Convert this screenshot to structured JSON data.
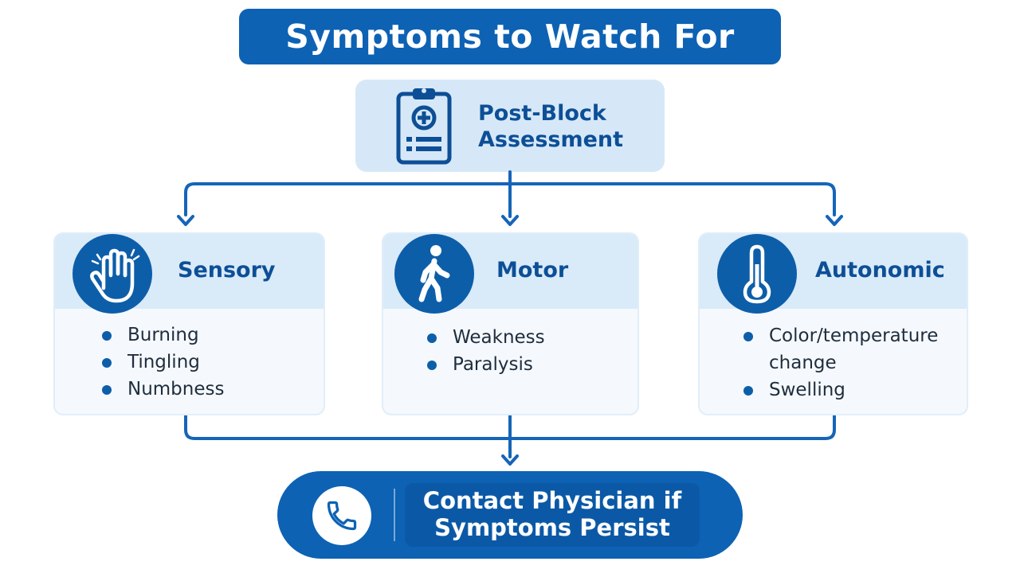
{
  "title": "Symptoms to Watch For",
  "start_node": {
    "icon": "clipboard-medical-icon",
    "label_line1": "Post-Block",
    "label_line2": "Assessment"
  },
  "categories": [
    {
      "title": "Sensory",
      "icon": "raised-hand-icon",
      "items": [
        "Burning",
        "Tingling",
        "Numbness"
      ]
    },
    {
      "title": "Motor",
      "icon": "walking-person-icon",
      "items": [
        "Weakness",
        "Paralysis"
      ]
    },
    {
      "title": "Autonomic",
      "icon": "thermometer-icon",
      "items": [
        "Color/temperature change",
        "Swelling"
      ]
    }
  ],
  "end_node": {
    "icon": "phone-icon",
    "label_line1": "Contact Physician if",
    "label_line2": "Symptoms Persist"
  },
  "colors": {
    "primary": "#0d62b4",
    "light": "#d6e8f8",
    "text_dark": "#1f2d3d"
  }
}
